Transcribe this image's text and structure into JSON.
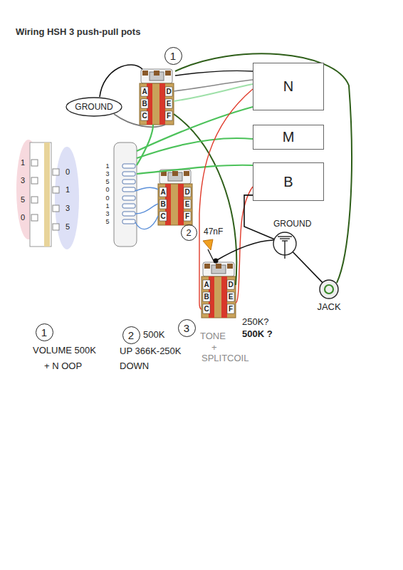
{
  "diagram": {
    "title": "Wiring HSH 3 push-pull pots",
    "nodes": [
      {
        "text": [
          "1"
        ]
      },
      {
        "text": [
          "N"
        ]
      },
      {
        "text": [
          "GROUND"
        ]
      },
      {
        "text": [
          "M"
        ]
      },
      {
        "text": [
          "B"
        ]
      },
      {
        "text": [
          "GROUND"
        ]
      },
      {
        "text": [
          "2"
        ]
      },
      {
        "text": [
          "JACK"
        ]
      },
      {
        "text": [
          "3"
        ]
      },
      {
        "text": [
          "1"
        ]
      },
      {
        "text": [
          "2"
        ]
      }
    ],
    "edges": [
      {
        "from": 4,
        "to": 5,
        "arrow": "none"
      },
      {
        "from": 5,
        "to": 7,
        "arrow": "none"
      }
    ],
    "labels": [
      "A",
      "B",
      "C",
      "D",
      "E",
      "F",
      "A",
      "B",
      "C",
      "D",
      "E",
      "F",
      "A",
      "B",
      "C",
      "D",
      "E",
      "F",
      "1",
      "3",
      "5",
      "0",
      "0",
      "1",
      "3",
      "5",
      "1",
      "3",
      "5",
      "0",
      "0",
      "1",
      "3",
      "5",
      "47nF",
      "VOLUME 500K",
      "+ N OOP",
      "500K",
      "UP 366K-250K",
      "DOWN",
      "TONE",
      "+",
      "SPLITCOIL",
      "250K?",
      "500K ?"
    ]
  }
}
